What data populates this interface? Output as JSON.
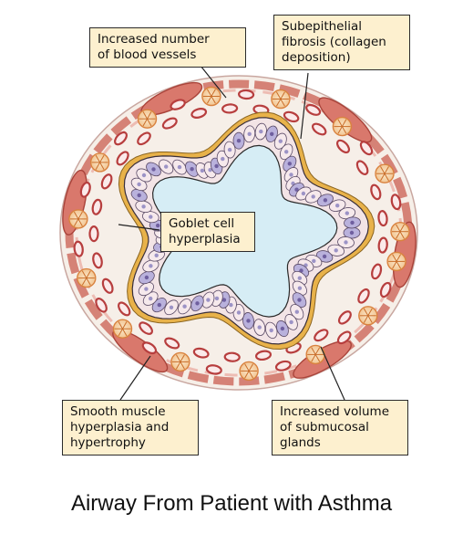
{
  "labels": {
    "vessels": "Increased number\nof blood vessels",
    "fibrosis": "Subepithelial\nfibrosis (collagen\ndeposition)",
    "goblet": "Goblet cell\nhyperplasia",
    "muscle": "Smooth muscle\nhyperplasia and\nhypertrophy",
    "glands": "Increased volume\nof submucosal\nglands"
  },
  "caption": "Airway From Patient with Asthma",
  "colors": {
    "lumen": "#d6edf5",
    "submucosa": "#f6efe8",
    "muscle": "#cf6e62",
    "muscle_light": "#e9a79d",
    "basement": "#e8b24a",
    "cell": "#f3e4e6",
    "cell_dark": "#9c93c6",
    "vessel": "#b73e3e",
    "gland": "#d9823e",
    "callout_bg": "#fdf0cf"
  }
}
